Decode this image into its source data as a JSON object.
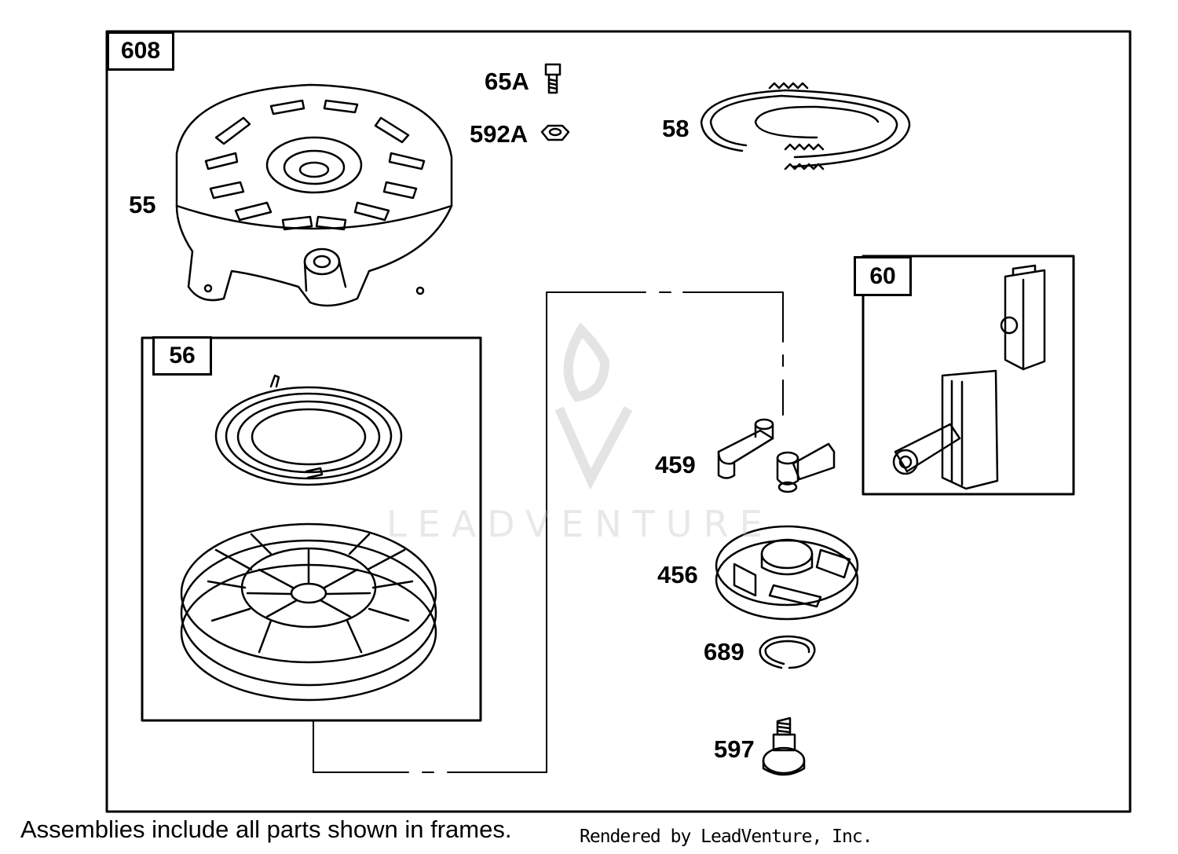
{
  "diagram": {
    "frame_main": "608",
    "frame_pulley": "56",
    "frame_handle": "60",
    "parts": {
      "p65A": "65A",
      "p592A": "592A",
      "p58": "58",
      "p55": "55",
      "p459": "459",
      "p456": "456",
      "p689": "689",
      "p597": "597"
    }
  },
  "watermark": "LEADVENTURE",
  "footer": {
    "note": "Assemblies include all parts shown in frames.",
    "credit": "Rendered by LeadVenture, Inc."
  },
  "colors": {
    "line": "#000000",
    "watermark": "#bebebe"
  }
}
